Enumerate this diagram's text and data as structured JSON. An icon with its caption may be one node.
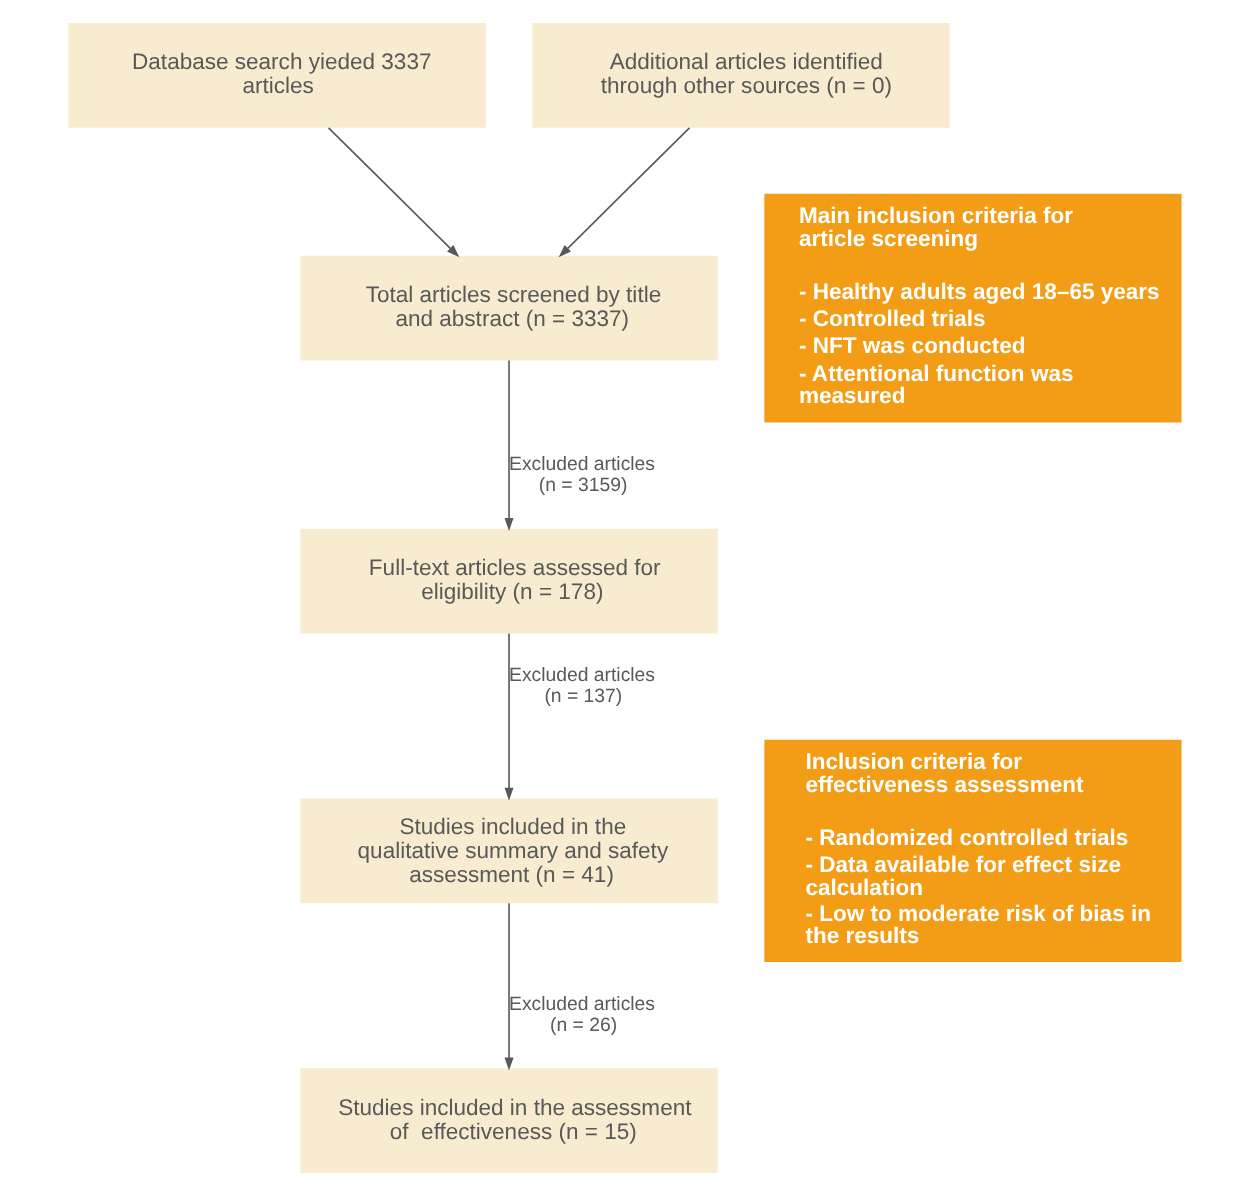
{
  "diagram": {
    "nodes": [
      {
        "text": [
          "Database search yieded 3337 articles"
        ]
      },
      {
        "text": [
          "Additional articles identified through other sources (n = 0)"
        ]
      },
      {
        "text": [
          "Total articles screened by title and abstract (n = 3337)"
        ]
      },
      {
        "text": [
          "Main inclusion criteria for article screening",
          "- Healthy adults aged 18–65 years",
          "- Controlled trials",
          "- NFT was conducted",
          "- Attentional function was measured"
        ]
      },
      {
        "text": [
          "Full-text articles assessed for eligibility (n = 178)"
        ]
      },
      {
        "text": [
          "Studies included in the qualitative summary and safety assessment (n = 41)"
        ]
      },
      {
        "text": [
          "Inclusion criteria for effectiveness assessment",
          "- Randomized controlled trials",
          "- Data available for effect size calculation",
          "- Low to moderate risk of bias in the results"
        ]
      },
      {
        "text": [
          "Studies included in the assessment of  effectiveness (n = 15)"
        ]
      }
    ],
    "edges": [
      {
        "from": 0,
        "to": 2,
        "arrow": "to"
      },
      {
        "from": 1,
        "to": 2,
        "arrow": "to"
      },
      {
        "from": 2,
        "to": 4,
        "arrow": "to",
        "label": "Excluded articles (n = 3159)"
      },
      {
        "from": 4,
        "to": 5,
        "arrow": "to",
        "label": "Excluded articles (n = 137)"
      },
      {
        "from": 5,
        "to": 7,
        "arrow": "to",
        "label": "Excluded articles (n = 26)"
      }
    ]
  }
}
